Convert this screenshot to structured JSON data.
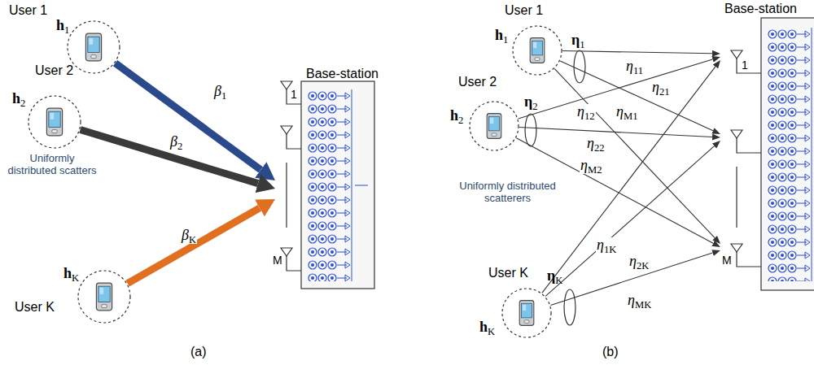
{
  "diagram": {
    "nodes": [
      {
        "text": [
          "User 1",
          "h1"
        ]
      },
      {
        "text": [
          "User 2",
          "h2"
        ]
      },
      {
        "text": [
          "User K",
          "hK"
        ]
      },
      {
        "text": [
          "Base-station"
        ]
      },
      {
        "text": [
          "User 1",
          "h1"
        ]
      },
      {
        "text": [
          "User 2",
          "h2"
        ]
      },
      {
        "text": [
          "User K",
          "hK"
        ]
      },
      {
        "text": [
          "Base-station"
        ]
      }
    ],
    "edges": [
      {
        "from": 0,
        "to": 3,
        "arrow": "to",
        "label": "β1"
      },
      {
        "from": 1,
        "to": 3,
        "arrow": "to",
        "label": "β2"
      },
      {
        "from": 2,
        "to": 3,
        "arrow": "to",
        "label": "βK"
      },
      {
        "from": 4,
        "to": 7,
        "arrow": "to",
        "label": "η11"
      },
      {
        "from": 4,
        "to": 7,
        "arrow": "to",
        "label": "η21"
      },
      {
        "from": 4,
        "to": 7,
        "arrow": "to",
        "label": "ηM1"
      },
      {
        "from": 5,
        "to": 7,
        "arrow": "to",
        "label": "η12"
      },
      {
        "from": 5,
        "to": 7,
        "arrow": "to",
        "label": "η22"
      },
      {
        "from": 5,
        "to": 7,
        "arrow": "to",
        "label": "ηM2"
      },
      {
        "from": 6,
        "to": 7,
        "arrow": "to",
        "label": "η1K"
      },
      {
        "from": 6,
        "to": 7,
        "arrow": "to",
        "label": "η2K"
      },
      {
        "from": 6,
        "to": 7,
        "arrow": "to",
        "label": "ηMK"
      }
    ],
    "labels": [
      "Uniformly distributed scatters",
      "1",
      "M",
      "(a)",
      "η1",
      "η2",
      "ηK",
      "Uniformly distributed scatterers",
      "1",
      "M",
      "(b)"
    ]
  }
}
